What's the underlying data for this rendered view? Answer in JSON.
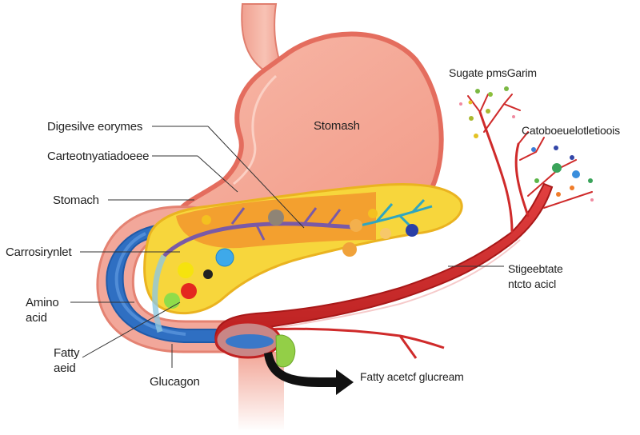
{
  "diagram": {
    "subject": "Digestive system anatomy: stomach, pancreas, duodenum and blood vessels",
    "labels": {
      "digestive_enzymes": "Digesilve eorymes",
      "carbohydrate": "Carteotnyatiadoeee",
      "stomach_left": "Stomach",
      "carbohydrate2": "Carrosirynlet",
      "amino_line1": "Amino",
      "amino_line2": "acid",
      "fatty_line1": "Fatty",
      "fatty_line2": "aeid",
      "glucagon": "Glucagon",
      "stomach_organ": "Stomash",
      "sugar_pancreas": "Sugate pmsGarim",
      "catabolic": "Catoboeuelotletioois",
      "substrate_line1": "Stigeebtate",
      "substrate_line2": "ntcto acicl",
      "arrow_caption": "Fatty acetcf glucream"
    },
    "colors": {
      "stomach_fill": "#f4a897",
      "stomach_wall": "#e9776a",
      "pancreas_yellow": "#f7d63c",
      "pancreas_orange": "#f29a2e",
      "duodenum_blue": "#2f6fc2",
      "vessel_red": "#d42a2a",
      "duct_purple": "#7a5aa6",
      "duct_teal": "#2fa6c0",
      "arrow_black": "#111111"
    }
  }
}
